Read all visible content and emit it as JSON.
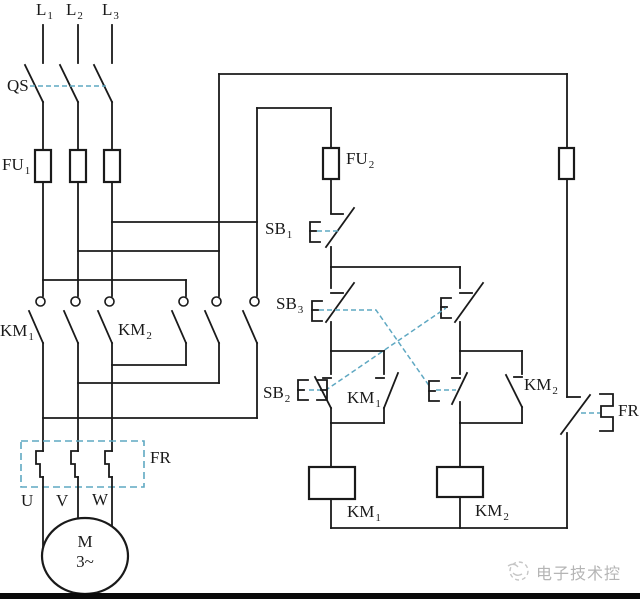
{
  "colors": {
    "line": "#1a1a1a",
    "link": "#5fa8c2",
    "watermark": "#b5b5b5",
    "bar": "#0a0a0a",
    "bg": "#ffffff"
  },
  "labels": {
    "l1": {
      "base": "L",
      "sub": "1"
    },
    "l2": {
      "base": "L",
      "sub": "2"
    },
    "l3": {
      "base": "L",
      "sub": "3"
    },
    "qs": {
      "base": "QS",
      "sub": ""
    },
    "fu1": {
      "base": "FU",
      "sub": "1"
    },
    "fu2": {
      "base": "FU",
      "sub": "2"
    },
    "km1_main": {
      "base": "KM",
      "sub": "1"
    },
    "km2_main": {
      "base": "KM",
      "sub": "2"
    },
    "fr_power": {
      "base": "FR",
      "sub": ""
    },
    "u": {
      "base": "U",
      "sub": ""
    },
    "v": {
      "base": "V",
      "sub": ""
    },
    "w": {
      "base": "W",
      "sub": ""
    },
    "sb1": {
      "base": "SB",
      "sub": "1"
    },
    "sb3": {
      "base": "SB",
      "sub": "3"
    },
    "sb2": {
      "base": "SB",
      "sub": "2"
    },
    "km1_aux": {
      "base": "KM",
      "sub": "1"
    },
    "km2_aux": {
      "base": "KM",
      "sub": "2"
    },
    "km1_coil": {
      "base": "KM",
      "sub": "1"
    },
    "km2_coil": {
      "base": "KM",
      "sub": "2"
    },
    "fr_contact": {
      "base": "FR",
      "sub": ""
    }
  },
  "motor": {
    "letter": "M",
    "phases": "3~"
  },
  "watermark": {
    "text": "电子技术控",
    "logo_icon": "bird-swoosh-icon"
  }
}
